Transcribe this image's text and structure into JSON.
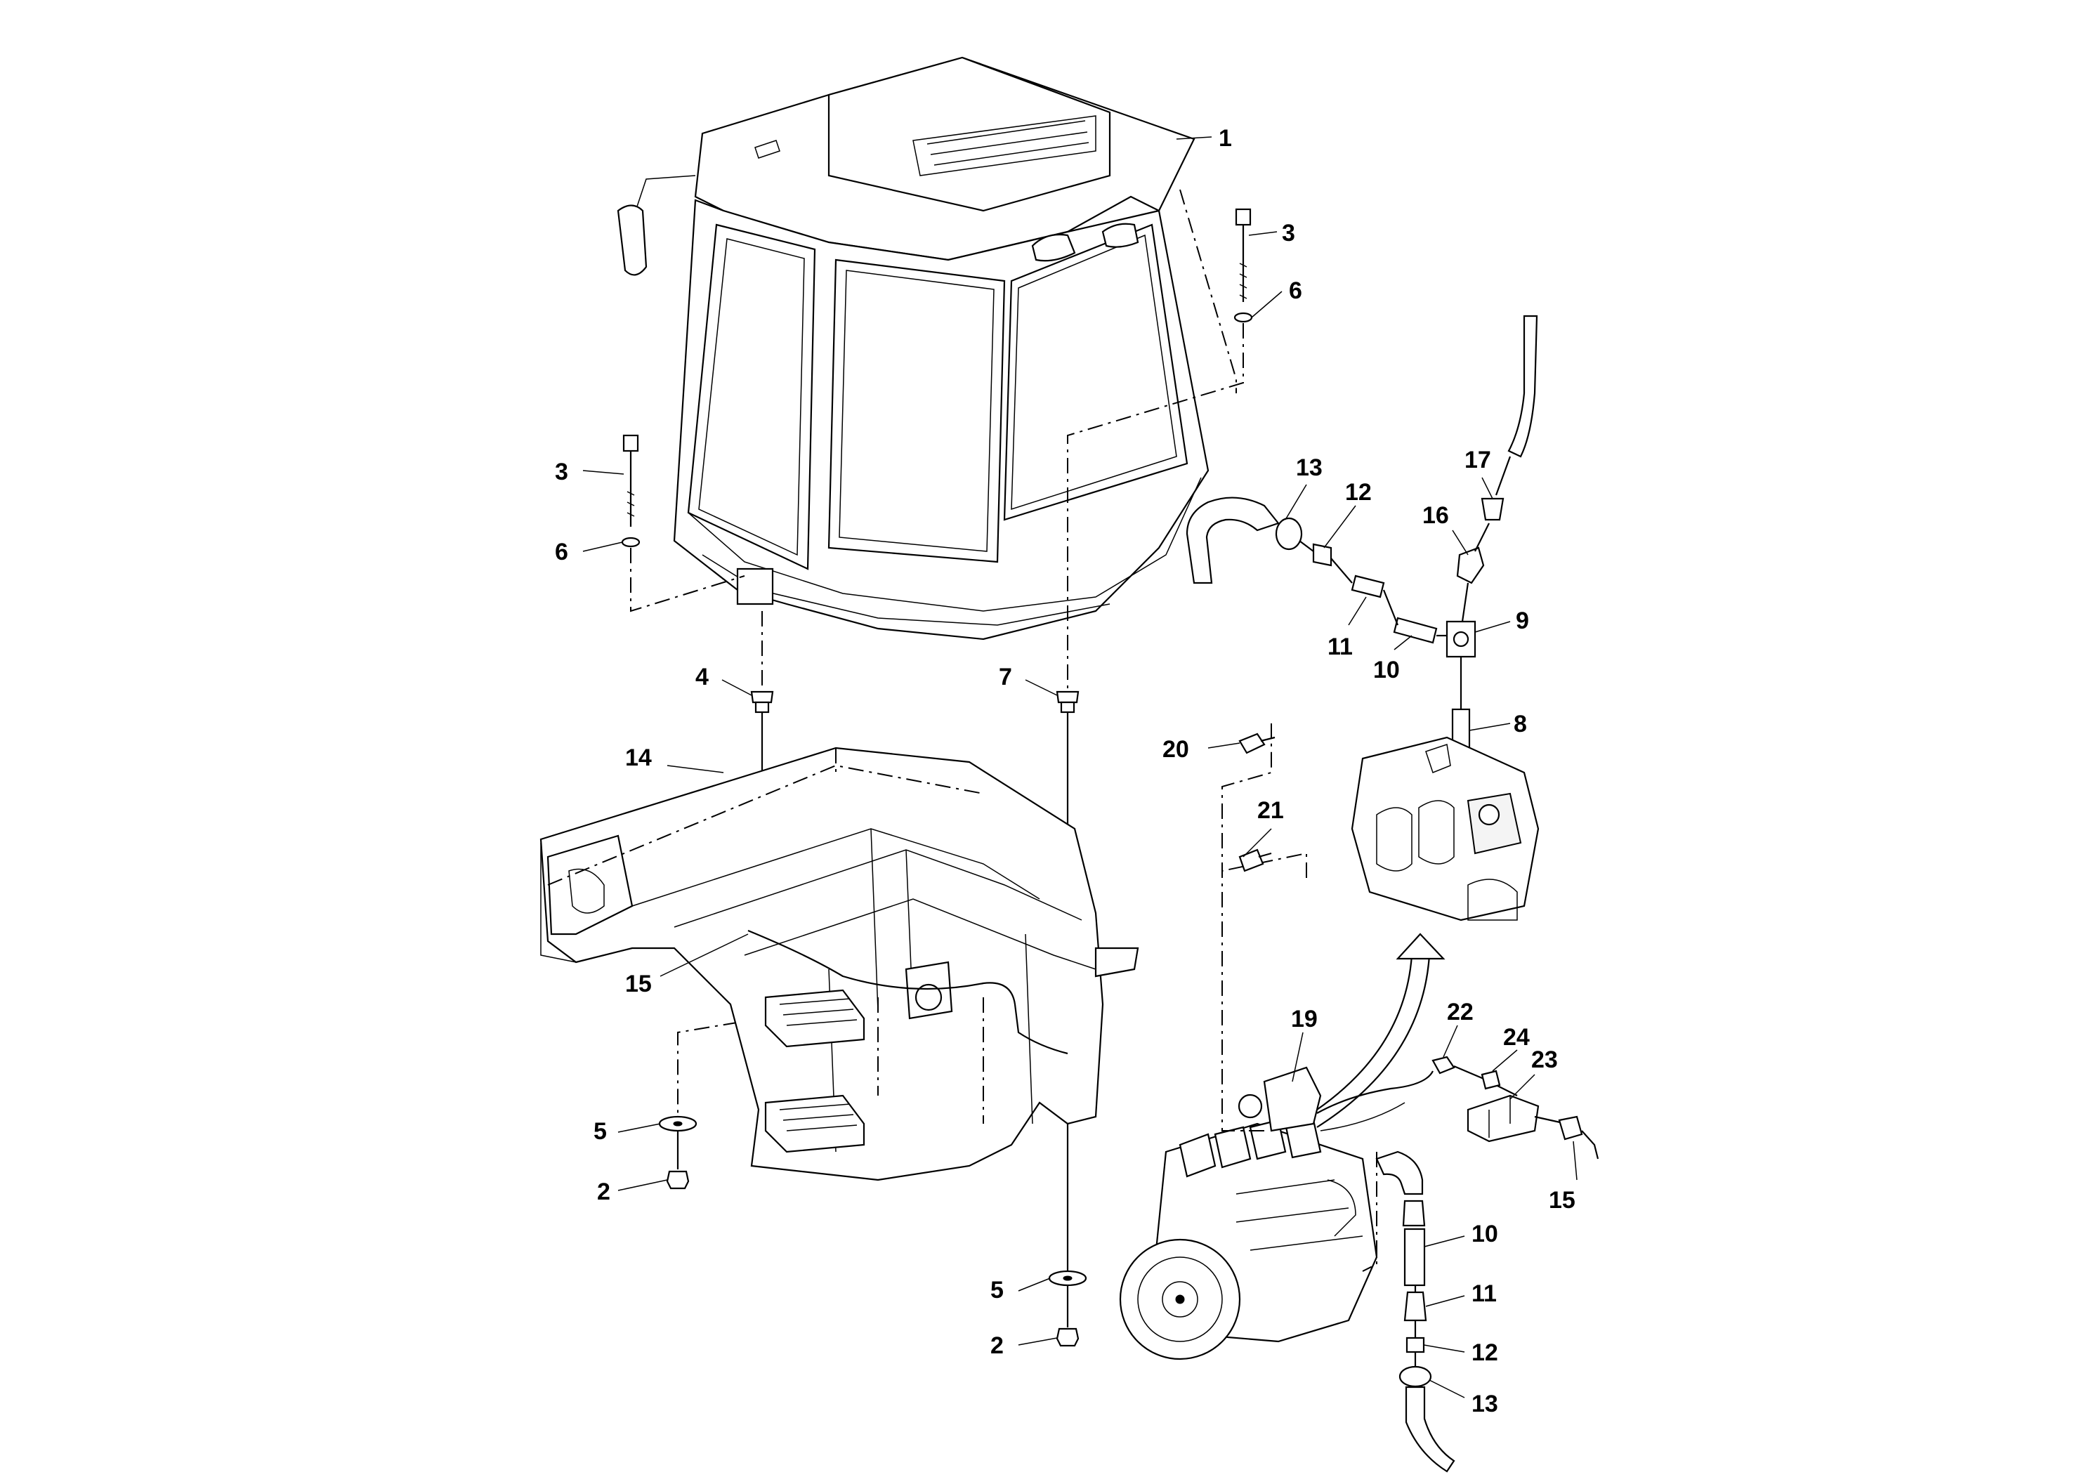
{
  "callouts": [
    {
      "id": "c1",
      "label": "1"
    },
    {
      "id": "c3a",
      "label": "3"
    },
    {
      "id": "c6a",
      "label": "6"
    },
    {
      "id": "c3b",
      "label": "3"
    },
    {
      "id": "c6b",
      "label": "6"
    },
    {
      "id": "c4",
      "label": "4"
    },
    {
      "id": "c7",
      "label": "7"
    },
    {
      "id": "c14",
      "label": "14"
    },
    {
      "id": "c15a",
      "label": "15"
    },
    {
      "id": "c5a",
      "label": "5"
    },
    {
      "id": "c2a",
      "label": "2"
    },
    {
      "id": "c5b",
      "label": "5"
    },
    {
      "id": "c2b",
      "label": "2"
    },
    {
      "id": "c13a",
      "label": "13"
    },
    {
      "id": "c12a",
      "label": "12"
    },
    {
      "id": "c17",
      "label": "17"
    },
    {
      "id": "c16",
      "label": "16"
    },
    {
      "id": "c9",
      "label": "9"
    },
    {
      "id": "c11a",
      "label": "11"
    },
    {
      "id": "c10a",
      "label": "10"
    },
    {
      "id": "c8",
      "label": "8"
    },
    {
      "id": "c20",
      "label": "20"
    },
    {
      "id": "c21",
      "label": "21"
    },
    {
      "id": "c19",
      "label": "19"
    },
    {
      "id": "c22",
      "label": "22"
    },
    {
      "id": "c24",
      "label": "24"
    },
    {
      "id": "c23",
      "label": "23"
    },
    {
      "id": "c15b",
      "label": "15"
    },
    {
      "id": "c10b",
      "label": "10"
    },
    {
      "id": "c11b",
      "label": "11"
    },
    {
      "id": "c12b",
      "label": "12"
    },
    {
      "id": "c13b",
      "label": "13"
    }
  ]
}
